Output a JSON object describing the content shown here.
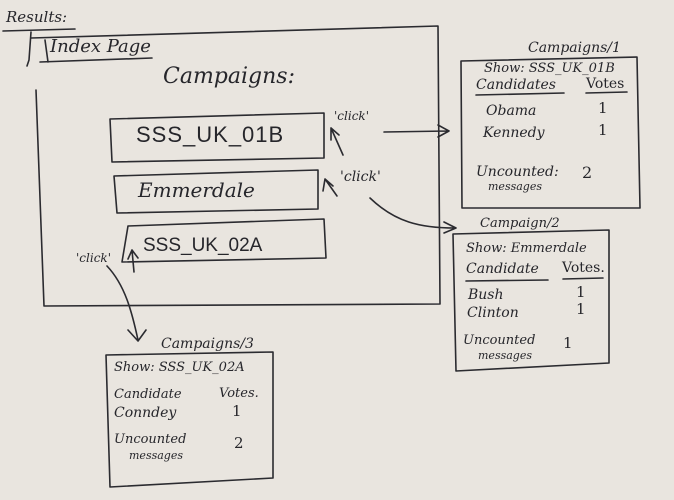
{
  "page": {
    "title": "Results:"
  },
  "index_page": {
    "heading": "Index Page",
    "campaigns_title": "Campaigns:",
    "click_label": "'click'",
    "items": [
      {
        "name": "SSS_UK_01B"
      },
      {
        "name": "Emmerdale"
      },
      {
        "name": "SSS_UK_02A"
      }
    ]
  },
  "campaign_pages": [
    {
      "route": "Campaigns/1",
      "show": "Show: SSS_UK_01B",
      "header_candidate": "Candidates",
      "header_votes": "Votes",
      "rows": [
        {
          "candidate": "Obama",
          "votes": "1"
        },
        {
          "candidate": "Kennedy",
          "votes": "1"
        }
      ],
      "uncounted_label_1": "Uncounted:",
      "uncounted_label_2": "messages",
      "uncounted_value": "2"
    },
    {
      "route": "Campaign/2",
      "show": "Show: Emmerdale",
      "header_candidate": "Candidate",
      "header_votes": "Votes.",
      "rows": [
        {
          "candidate": "Bush",
          "votes": "1"
        },
        {
          "candidate": "Clinton",
          "votes": "1"
        }
      ],
      "uncounted_label_1": "Uncounted",
      "uncounted_label_2": "messages",
      "uncounted_value": "1"
    },
    {
      "route": "Campaigns/3",
      "show": "Show: SSS_UK_02A",
      "header_candidate": "Candidate",
      "header_votes": "Votes.",
      "rows": [
        {
          "candidate": "Conndey",
          "votes": "1"
        }
      ],
      "uncounted_label_1": "Uncounted",
      "uncounted_label_2": "messages",
      "uncounted_value": "2"
    }
  ]
}
